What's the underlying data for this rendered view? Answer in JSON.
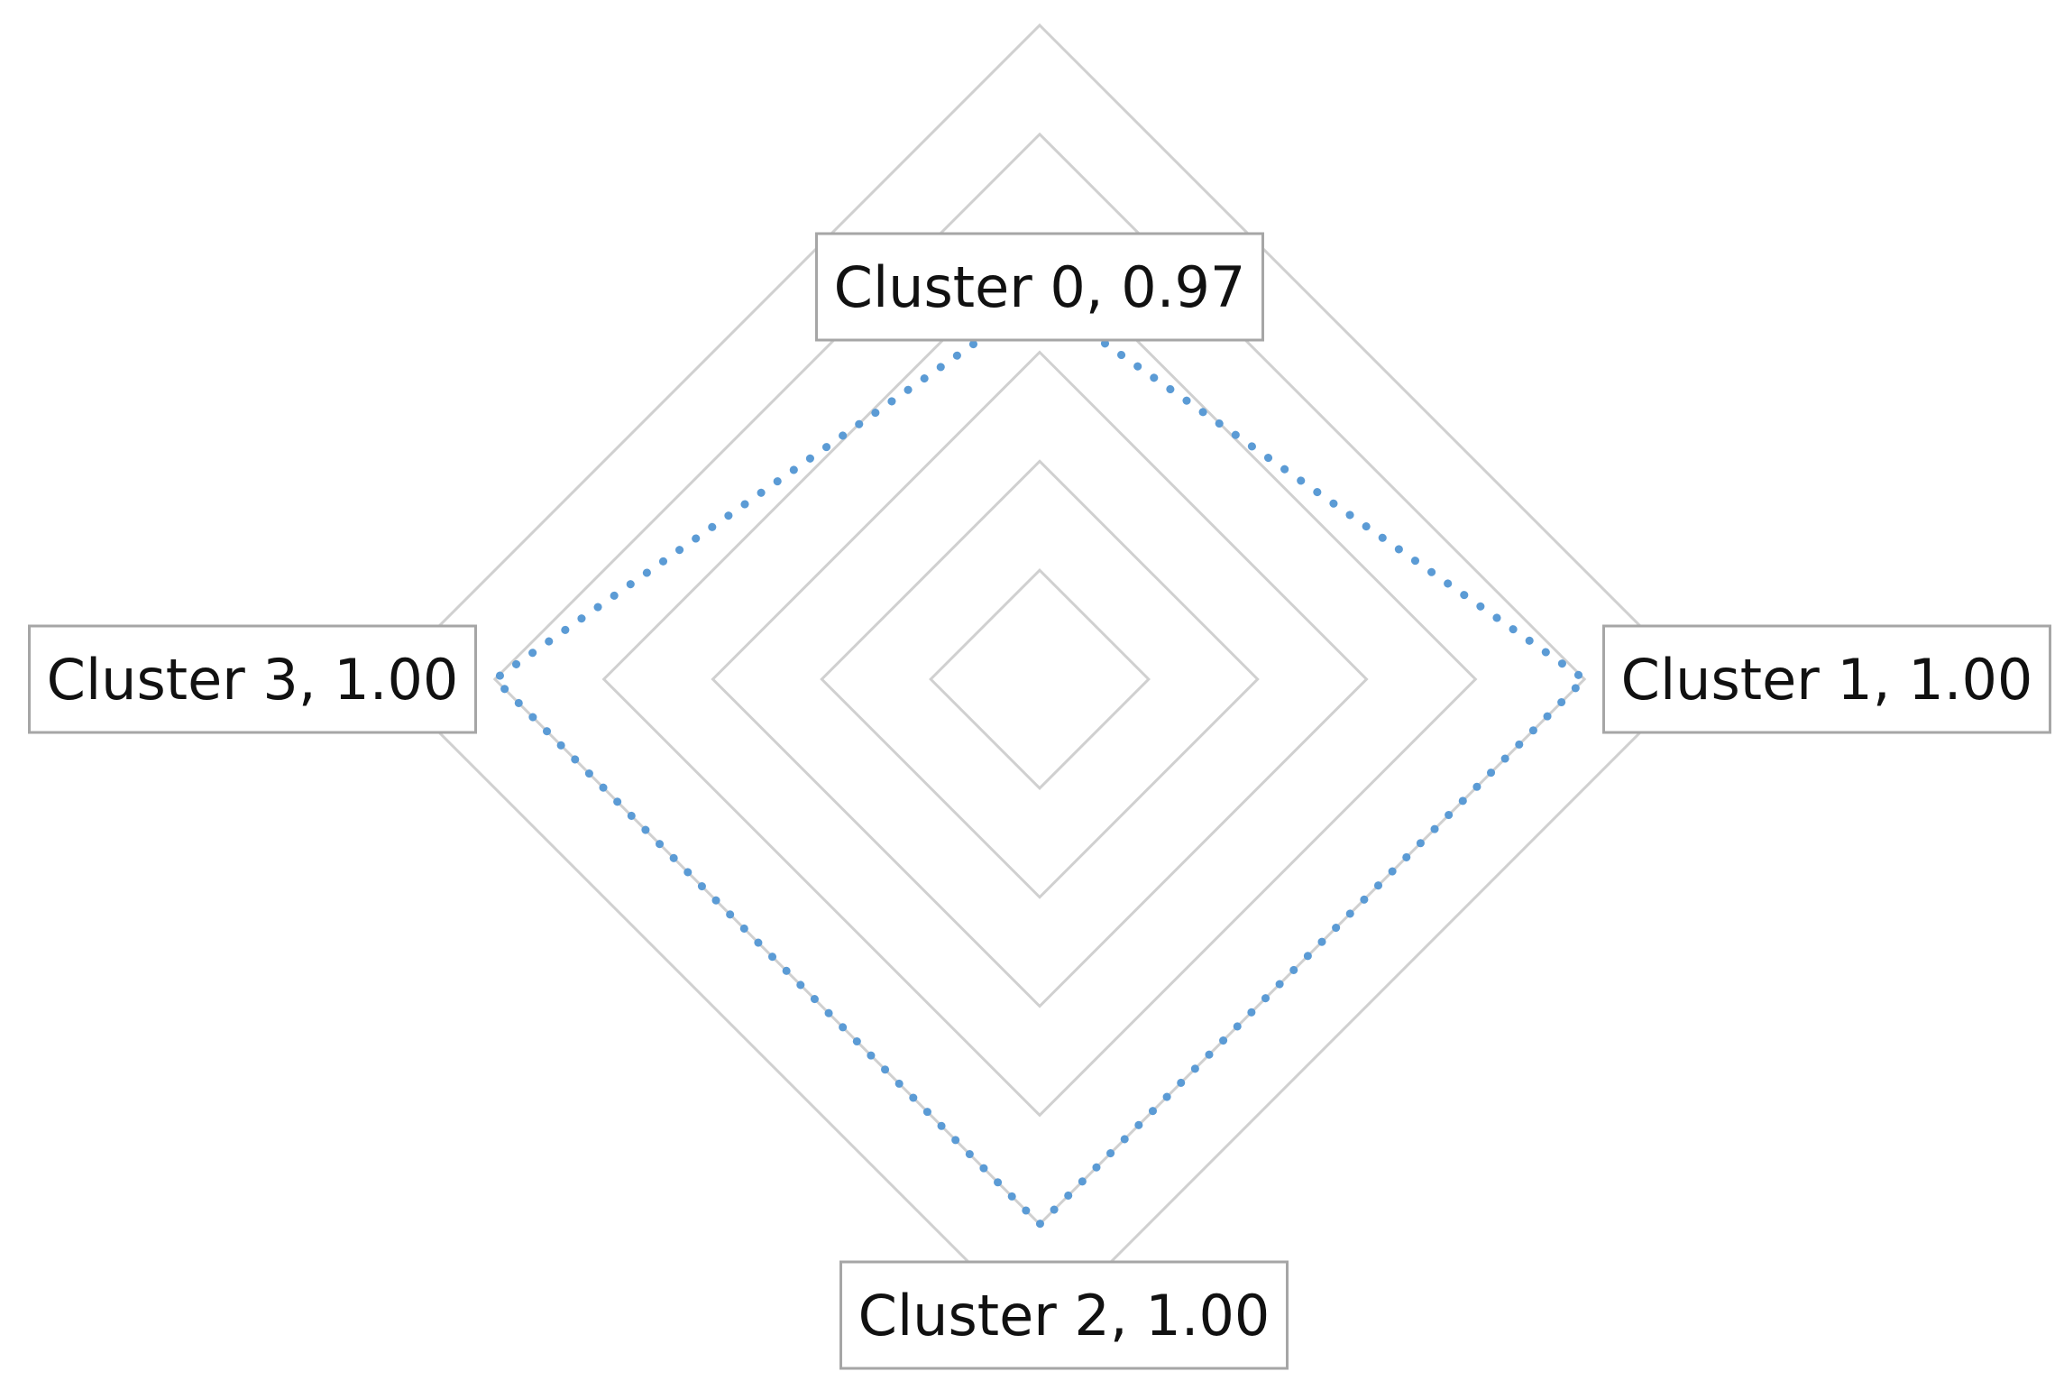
{
  "chart_data": {
    "type": "radar",
    "categories": [
      "Cluster 0",
      "Cluster 1",
      "Cluster 2",
      "Cluster 3"
    ],
    "series": [
      {
        "values": [
          0.97,
          1.0,
          1.0,
          1.0
        ],
        "color": "#5b9bd5",
        "line_style": "dotted"
      }
    ],
    "data_labels": [
      "Cluster 0, 0.97",
      "Cluster 1, 1.00",
      "Cluster 2, 1.00",
      "Cluster 3, 1.00"
    ],
    "r_min": 0.9,
    "r_max": 1.02,
    "grid_levels": [
      0.92,
      0.94,
      0.96,
      0.98,
      1.0,
      1.02
    ],
    "grid_color": "#d0d0d0",
    "label_box_border": "#a6a6a6",
    "title": "",
    "legend": "none"
  }
}
